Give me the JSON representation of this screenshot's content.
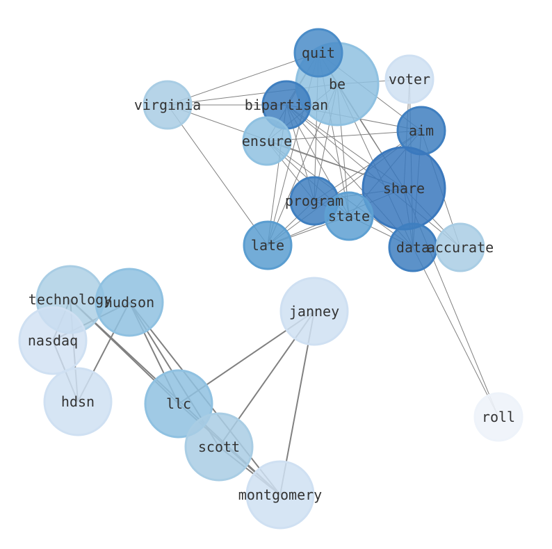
{
  "nodes": [
    {
      "id": "be",
      "label": "be",
      "fill": "#8fc1e1",
      "opacity": 0.85
    },
    {
      "id": "quit",
      "label": "quit",
      "fill": "#4a8cc8",
      "opacity": 0.85
    },
    {
      "id": "voter",
      "label": "voter",
      "fill": "#cfe0f2",
      "opacity": 0.85
    },
    {
      "id": "virginia",
      "label": "virginia",
      "fill": "#a9cde4",
      "opacity": 0.85
    },
    {
      "id": "bipartisan",
      "label": "bipartisan",
      "fill": "#3f7fc0",
      "opacity": 0.85
    },
    {
      "id": "aim",
      "label": "aim",
      "fill": "#3f7fc0",
      "opacity": 0.85
    },
    {
      "id": "ensure",
      "label": "ensure",
      "fill": "#8fc1e1",
      "opacity": 0.85
    },
    {
      "id": "share",
      "label": "share",
      "fill": "#3a78bd",
      "opacity": 0.85
    },
    {
      "id": "program",
      "label": "program",
      "fill": "#3f7fc0",
      "opacity": 0.85
    },
    {
      "id": "state",
      "label": "state",
      "fill": "#5ea0d2",
      "opacity": 0.85
    },
    {
      "id": "late",
      "label": "late",
      "fill": "#5a9dd0",
      "opacity": 0.85
    },
    {
      "id": "data",
      "label": "data",
      "fill": "#3f7fc0",
      "opacity": 0.85
    },
    {
      "id": "accurate",
      "label": "accurate",
      "fill": "#a9cde4",
      "opacity": 0.85
    },
    {
      "id": "technology",
      "label": "technology",
      "fill": "#a9cde4",
      "opacity": 0.8
    },
    {
      "id": "hudson",
      "label": "hudson",
      "fill": "#8fc1e1",
      "opacity": 0.85
    },
    {
      "id": "janney",
      "label": "janney",
      "fill": "#cfe0f2",
      "opacity": 0.85
    },
    {
      "id": "nasdaq",
      "label": "nasdaq",
      "fill": "#cfe0f2",
      "opacity": 0.8
    },
    {
      "id": "hdsn",
      "label": "hdsn",
      "fill": "#cfe0f2",
      "opacity": 0.85
    },
    {
      "id": "llc",
      "label": "llc",
      "fill": "#8fc1e1",
      "opacity": 0.85
    },
    {
      "id": "scott",
      "label": "scott",
      "fill": "#a9cde4",
      "opacity": 0.85
    },
    {
      "id": "montgomery",
      "label": "montgomery",
      "fill": "#cfe0f2",
      "opacity": 0.85
    },
    {
      "id": "roll",
      "label": "roll",
      "fill": "#eef3fa",
      "opacity": 0.9
    }
  ],
  "edges": [
    {
      "source": "quit",
      "target": "be",
      "weight": 1
    },
    {
      "source": "quit",
      "target": "virginia",
      "weight": 1
    },
    {
      "source": "quit",
      "target": "bipartisan",
      "weight": 1
    },
    {
      "source": "quit",
      "target": "ensure",
      "weight": 1
    },
    {
      "source": "quit",
      "target": "program",
      "weight": 1
    },
    {
      "source": "quit",
      "target": "state",
      "weight": 1
    },
    {
      "source": "quit",
      "target": "late",
      "weight": 1
    },
    {
      "source": "quit",
      "target": "aim",
      "weight": 1
    },
    {
      "source": "quit",
      "target": "share",
      "weight": 1
    },
    {
      "source": "be",
      "target": "program",
      "weight": 1
    },
    {
      "source": "be",
      "target": "state",
      "weight": 1
    },
    {
      "source": "be",
      "target": "late",
      "weight": 1
    },
    {
      "source": "be",
      "target": "share",
      "weight": 1
    },
    {
      "source": "be",
      "target": "data",
      "weight": 1
    },
    {
      "source": "be",
      "target": "ensure",
      "weight": 1
    },
    {
      "source": "virginia",
      "target": "bipartisan",
      "weight": 1
    },
    {
      "source": "virginia",
      "target": "late",
      "weight": 1
    },
    {
      "source": "virginia",
      "target": "share",
      "weight": 1
    },
    {
      "source": "virginia",
      "target": "be",
      "weight": 1
    },
    {
      "source": "bipartisan",
      "target": "program",
      "weight": 1
    },
    {
      "source": "bipartisan",
      "target": "state",
      "weight": 1
    },
    {
      "source": "bipartisan",
      "target": "share",
      "weight": 1
    },
    {
      "source": "bipartisan",
      "target": "aim",
      "weight": 1
    },
    {
      "source": "bipartisan",
      "target": "late",
      "weight": 1
    },
    {
      "source": "bipartisan",
      "target": "data",
      "weight": 1
    },
    {
      "source": "bipartisan",
      "target": "accurate",
      "weight": 1
    },
    {
      "source": "ensure",
      "target": "aim",
      "weight": 1
    },
    {
      "source": "ensure",
      "target": "state",
      "weight": 1
    },
    {
      "source": "ensure",
      "target": "program",
      "weight": 1
    },
    {
      "source": "ensure",
      "target": "data",
      "weight": 1
    },
    {
      "source": "ensure",
      "target": "share",
      "weight": 1
    },
    {
      "source": "aim",
      "target": "program",
      "weight": 1
    },
    {
      "source": "aim",
      "target": "late",
      "weight": 1
    },
    {
      "source": "aim",
      "target": "state",
      "weight": 1
    },
    {
      "source": "aim",
      "target": "data",
      "weight": 1
    },
    {
      "source": "voter",
      "target": "be",
      "weight": 1
    },
    {
      "source": "voter",
      "target": "share",
      "weight": 1
    },
    {
      "source": "voter",
      "target": "data",
      "weight": 1
    },
    {
      "source": "share",
      "target": "program",
      "weight": 1
    },
    {
      "source": "share",
      "target": "late",
      "weight": 1
    },
    {
      "source": "share",
      "target": "accurate",
      "weight": 1
    },
    {
      "source": "share",
      "target": "data",
      "weight": 1
    },
    {
      "source": "share",
      "target": "roll",
      "weight": 1
    },
    {
      "source": "program",
      "target": "late",
      "weight": 1
    },
    {
      "source": "program",
      "target": "state",
      "weight": 1
    },
    {
      "source": "state",
      "target": "late",
      "weight": 1
    },
    {
      "source": "state",
      "target": "data",
      "weight": 1
    },
    {
      "source": "data",
      "target": "roll",
      "weight": 1
    },
    {
      "source": "aim",
      "target": "accurate",
      "weight": 1
    },
    {
      "source": "technology",
      "target": "nasdaq",
      "weight": 2
    },
    {
      "source": "technology",
      "target": "hdsn",
      "weight": 2
    },
    {
      "source": "technology",
      "target": "llc",
      "weight": 2
    },
    {
      "source": "technology",
      "target": "montgomery",
      "weight": 2
    },
    {
      "source": "hudson",
      "target": "nasdaq",
      "weight": 2
    },
    {
      "source": "hudson",
      "target": "hdsn",
      "weight": 2
    },
    {
      "source": "hudson",
      "target": "llc",
      "weight": 2
    },
    {
      "source": "hudson",
      "target": "scott",
      "weight": 2
    },
    {
      "source": "hudson",
      "target": "montgomery",
      "weight": 2
    },
    {
      "source": "nasdaq",
      "target": "hdsn",
      "weight": 2
    },
    {
      "source": "janney",
      "target": "llc",
      "weight": 2
    },
    {
      "source": "janney",
      "target": "scott",
      "weight": 2
    },
    {
      "source": "janney",
      "target": "montgomery",
      "weight": 2
    },
    {
      "source": "llc",
      "target": "montgomery",
      "weight": 2
    },
    {
      "source": "scott",
      "target": "montgomery",
      "weight": 2
    }
  ],
  "edge_color": "#808080"
}
